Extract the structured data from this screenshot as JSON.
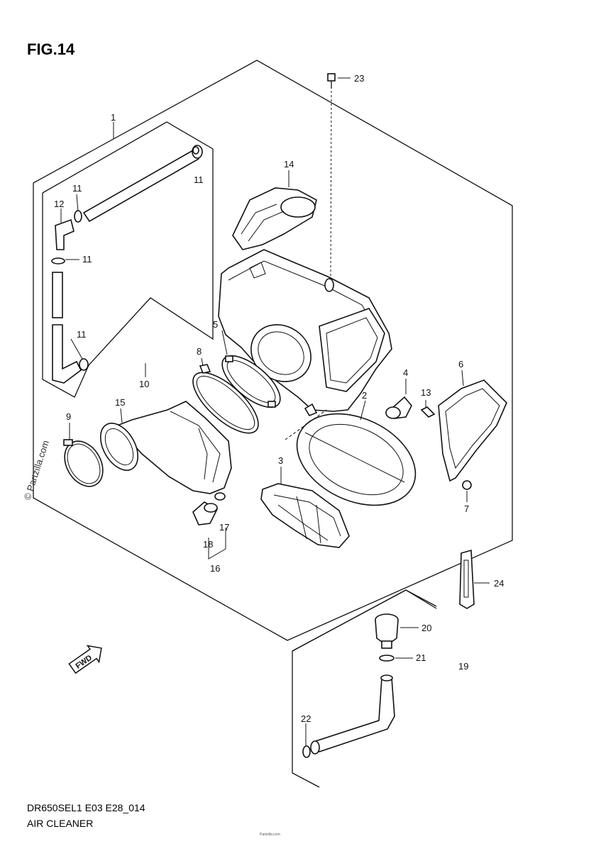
{
  "figure": {
    "title": "FIG.14",
    "model_code": "DR650SEL1 E03 E28_014",
    "name": "AIR CLEANER",
    "watermark": "© Partzilla.com",
    "fwd_label": "FWD",
    "bottom_fine_print": "Partzilla.com"
  },
  "callouts": {
    "p1": "1",
    "p2": "2",
    "p3": "3",
    "p4": "4",
    "p5": "5",
    "p6": "6",
    "p7": "7",
    "p8": "8",
    "p9": "9",
    "p10": "10",
    "p11a": "11",
    "p11b": "11",
    "p11c": "11",
    "p11d": "11",
    "p12": "12",
    "p13": "13",
    "p14": "14",
    "p15": "15",
    "p16": "16",
    "p17": "17",
    "p18": "18",
    "p19": "19",
    "p20": "20",
    "p21": "21",
    "p22": "22",
    "p23": "23",
    "p24": "24"
  }
}
